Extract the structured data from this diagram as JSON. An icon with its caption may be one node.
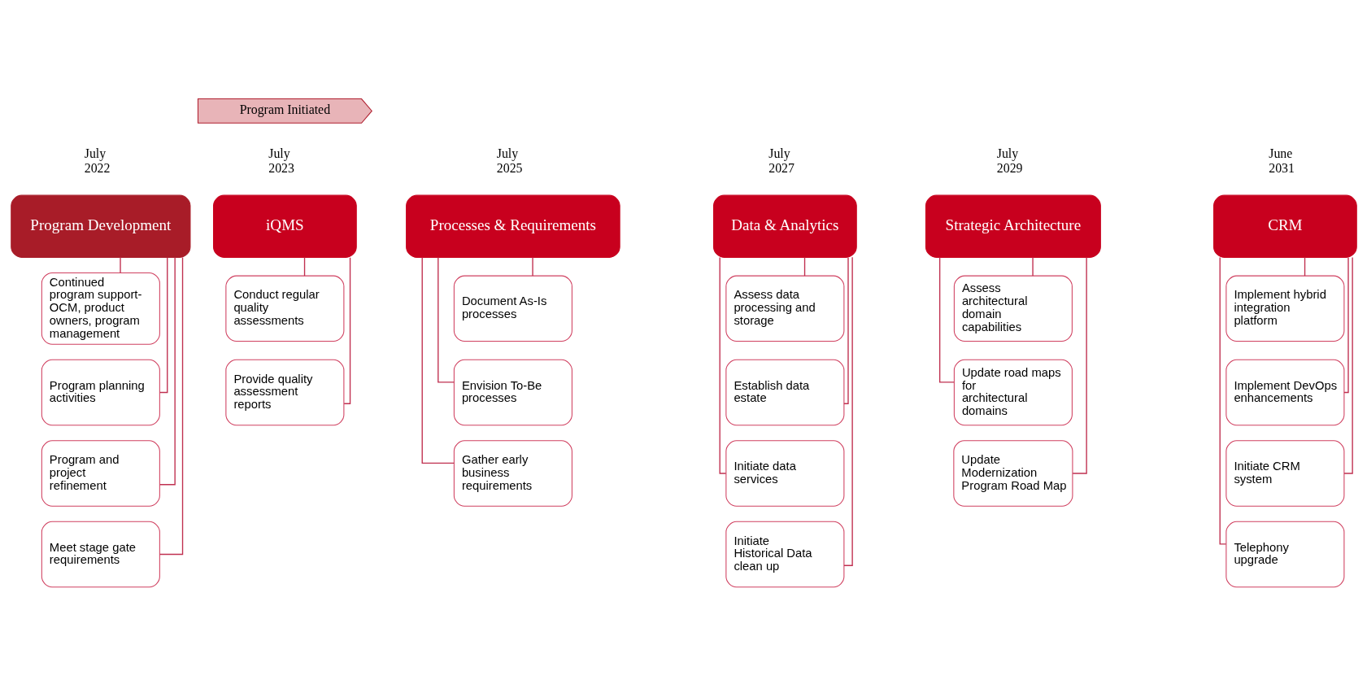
{
  "diagram": {
    "nodes": [
      {
        "text": [
          "Program Initiated"
        ]
      },
      {
        "text": [
          "Program Development"
        ]
      },
      {
        "text": [
          "Continued program support- OCM, product owners, program management"
        ]
      },
      {
        "text": [
          "Program planning activities"
        ]
      },
      {
        "text": [
          "Program and project refinement"
        ]
      },
      {
        "text": [
          "Meet stage gate requirements"
        ]
      },
      {
        "text": [
          "iQMS"
        ]
      },
      {
        "text": [
          "Conduct regular quality assessments"
        ]
      },
      {
        "text": [
          "Provide quality assessment reports"
        ]
      },
      {
        "text": [
          "Processes & Requirements"
        ]
      },
      {
        "text": [
          "Document As-Is processes"
        ]
      },
      {
        "text": [
          "Envision To-Be processes"
        ]
      },
      {
        "text": [
          "Gather early business requirements"
        ]
      },
      {
        "text": [
          "Data & Analytics"
        ]
      },
      {
        "text": [
          "Assess data processing and storage"
        ]
      },
      {
        "text": [
          "Establish data estate"
        ]
      },
      {
        "text": [
          "Initiate data services"
        ]
      },
      {
        "text": [
          "Initiate Historical Data clean up"
        ]
      },
      {
        "text": [
          "Strategic Architecture"
        ]
      },
      {
        "text": [
          "Assess architectural domain capabilities"
        ]
      },
      {
        "text": [
          "Update road maps for architectural domains"
        ]
      },
      {
        "text": [
          "Update Modernization Program Road Map"
        ]
      },
      {
        "text": [
          "CRM"
        ]
      },
      {
        "text": [
          "Implement hybrid integration platform"
        ]
      },
      {
        "text": [
          "Implement DevOps enhancements"
        ]
      },
      {
        "text": [
          "Initiate CRM system"
        ]
      },
      {
        "text": [
          "Telephony upgrade"
        ]
      }
    ],
    "edges": [
      {
        "from": 1,
        "to": 2,
        "arrow": "none"
      },
      {
        "from": 1,
        "to": 3,
        "arrow": "none"
      },
      {
        "from": 1,
        "to": 4,
        "arrow": "none"
      },
      {
        "from": 1,
        "to": 5,
        "arrow": "none"
      },
      {
        "from": 6,
        "to": 7,
        "arrow": "none"
      },
      {
        "from": 6,
        "to": 8,
        "arrow": "none"
      },
      {
        "from": 9,
        "to": 10,
        "arrow": "none"
      },
      {
        "from": 9,
        "to": 11,
        "arrow": "none"
      },
      {
        "from": 9,
        "to": 12,
        "arrow": "none"
      },
      {
        "from": 13,
        "to": 14,
        "arrow": "none"
      },
      {
        "from": 13,
        "to": 15,
        "arrow": "none"
      },
      {
        "from": 13,
        "to": 16,
        "arrow": "none"
      },
      {
        "from": 13,
        "to": 17,
        "arrow": "none"
      },
      {
        "from": 18,
        "to": 19,
        "arrow": "none"
      },
      {
        "from": 18,
        "to": 20,
        "arrow": "none"
      },
      {
        "from": 18,
        "to": 21,
        "arrow": "none"
      },
      {
        "from": 22,
        "to": 23,
        "arrow": "none"
      },
      {
        "from": 22,
        "to": 24,
        "arrow": "none"
      },
      {
        "from": 22,
        "to": 25,
        "arrow": "none"
      },
      {
        "from": 22,
        "to": 26,
        "arrow": "none"
      }
    ],
    "labels": [
      "July 2022",
      "July 2023",
      "July 2025",
      "July 2027",
      "July 2029",
      "June 2031"
    ]
  }
}
